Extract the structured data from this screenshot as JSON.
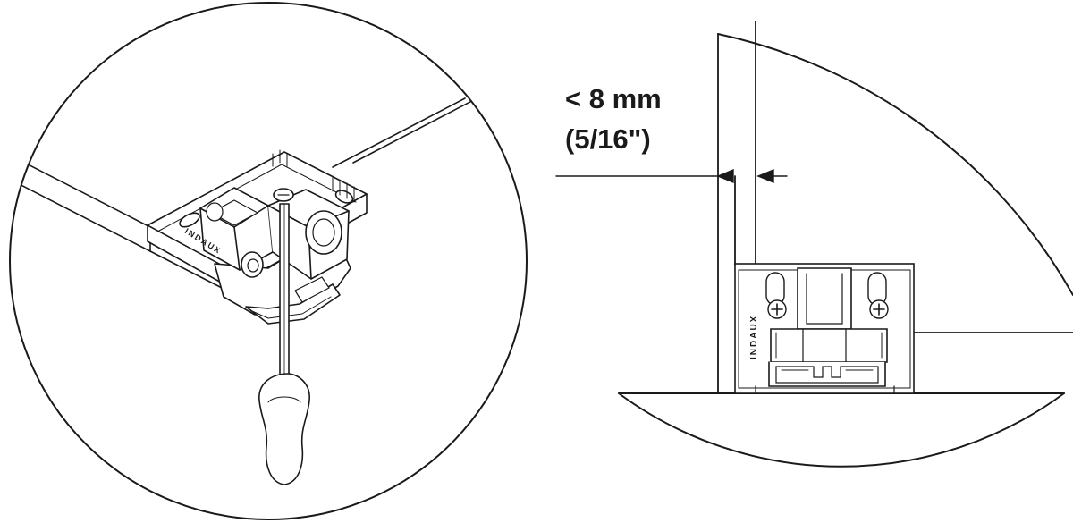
{
  "dimension": {
    "metric": "< 8 mm",
    "imperial": "(5/16\")"
  },
  "brand_mark": "INDAUX",
  "colors": {
    "line": "#1a1a1a",
    "background": "#ffffff"
  }
}
